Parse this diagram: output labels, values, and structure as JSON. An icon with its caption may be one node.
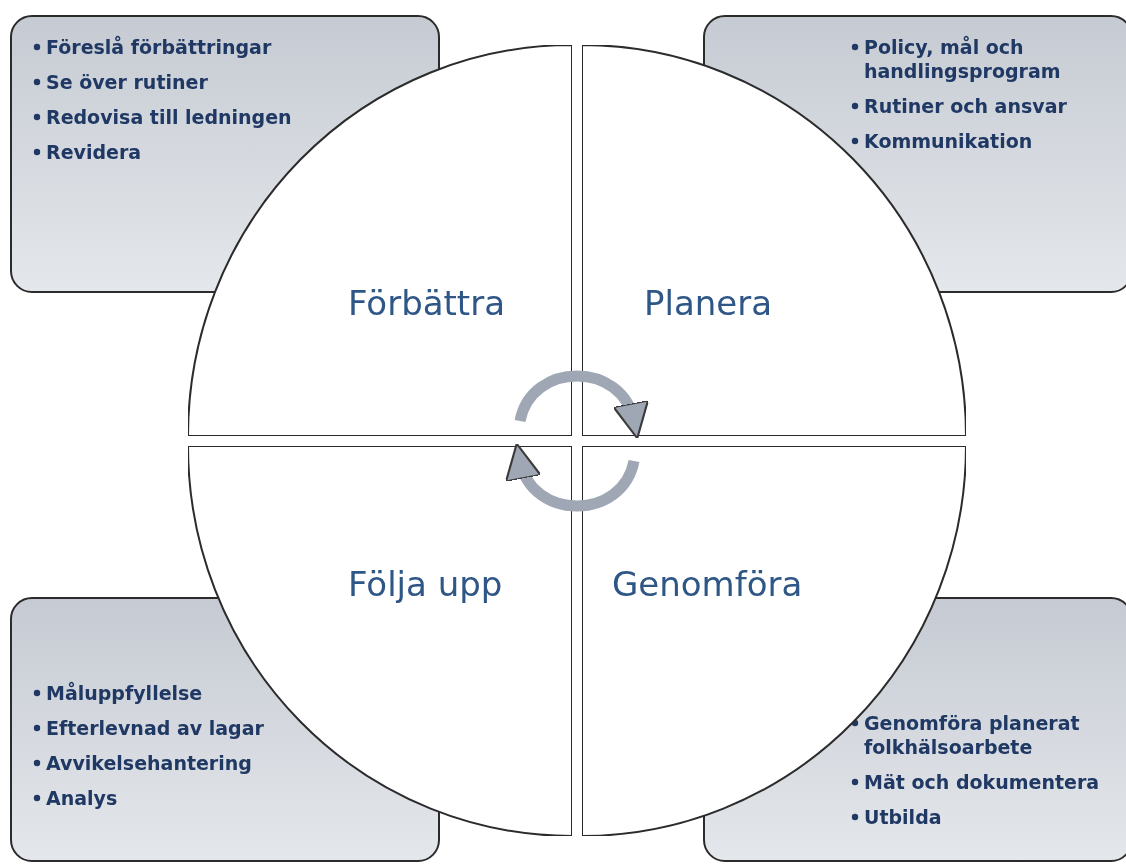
{
  "diagram": {
    "nodes": [
      {
        "text": [
          "Föreslå förbättringar",
          "Se över rutiner",
          "Redovisa till ledningen",
          "Revidera"
        ]
      },
      {
        "text": [
          "Policy, mål och handlingsprogram",
          "Rutiner och ansvar",
          "Kommunikation"
        ]
      },
      {
        "text": [
          "Förbättra"
        ]
      },
      {
        "text": [
          "Planera"
        ]
      },
      {
        "text": [
          "Följa upp"
        ]
      },
      {
        "text": [
          "Genomföra"
        ]
      },
      {
        "text": [
          "Måluppfyllelse",
          "Efterlevnad av lagar",
          "Avvikelsehantering",
          "Analys"
        ]
      },
      {
        "text": [
          "Genomföra planerat folkhälsoarbete",
          "Mät och dokumentera",
          "Utbilda"
        ]
      }
    ],
    "edges": [
      {
        "from": 2,
        "to": 3,
        "arrow": "to"
      },
      {
        "from": 5,
        "to": 4,
        "arrow": "to"
      }
    ]
  }
}
